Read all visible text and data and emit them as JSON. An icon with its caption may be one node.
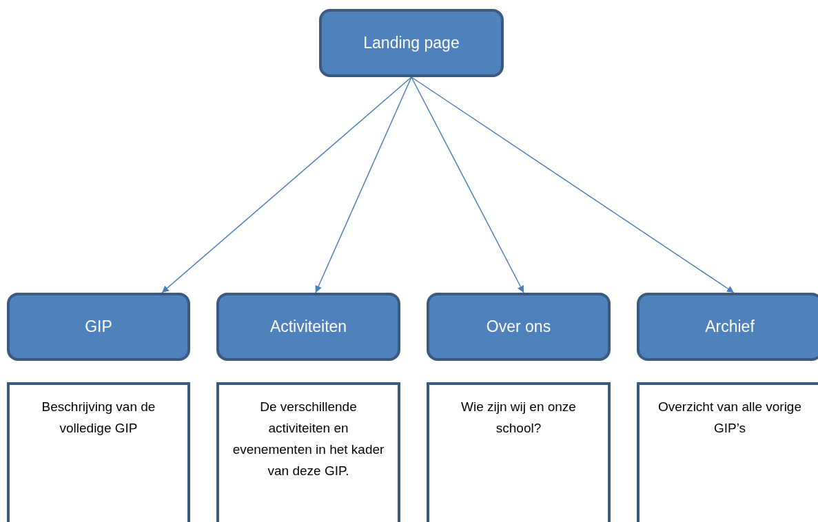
{
  "diagram": {
    "nodes": [
      {
        "text": [
          "Landing page"
        ]
      },
      {
        "text": [
          "GIP"
        ]
      },
      {
        "text": [
          "Activiteiten"
        ]
      },
      {
        "text": [
          "Over ons"
        ]
      },
      {
        "text": [
          "Archief"
        ]
      },
      {
        "text": [
          "Beschrijving van de volledige GIP"
        ]
      },
      {
        "text": [
          "De verschillende activiteiten en evenementen in het kader van deze GIP."
        ]
      },
      {
        "text": [
          "Wie zijn wij en onze school?"
        ]
      },
      {
        "text": [
          "Overzicht van alle vorige GIP’s"
        ]
      }
    ],
    "edges": [
      {
        "from": 0,
        "to": 1,
        "arrow": "to"
      },
      {
        "from": 0,
        "to": 2,
        "arrow": "to"
      },
      {
        "from": 0,
        "to": 3,
        "arrow": "to"
      },
      {
        "from": 0,
        "to": 4,
        "arrow": "to"
      }
    ]
  }
}
